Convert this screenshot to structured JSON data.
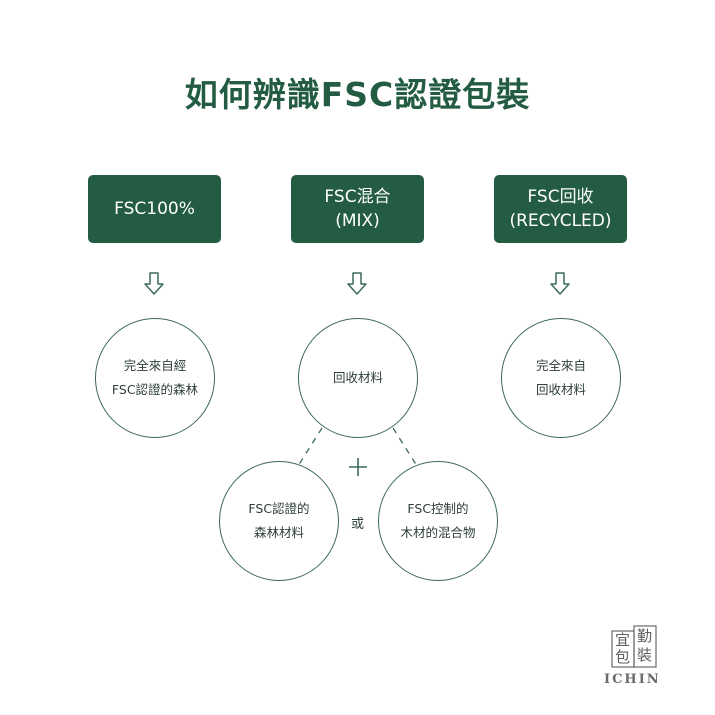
{
  "title": "如何辨識FSC認證包裝",
  "categories": [
    {
      "line1": "FSC100%",
      "line2": ""
    },
    {
      "line1": "FSC混合",
      "line2": "(MIX)"
    },
    {
      "line1": "FSC回收",
      "line2": "(RECYCLED)"
    }
  ],
  "circles": {
    "c100": {
      "line1": "完全來自經",
      "line2": "FSC認證的森林"
    },
    "mix": {
      "line1": "回收材料",
      "line2": ""
    },
    "recycled": {
      "line1": "完全來自",
      "line2": "回收材料"
    },
    "forest": {
      "line1": "FSC認證的",
      "line2": "森林材料"
    },
    "controlled": {
      "line1": "FSC控制的",
      "line2": "木材的混合物"
    }
  },
  "connector": {
    "or": "或",
    "plus": "+"
  },
  "logo": {
    "text": "ICHIN",
    "glyphs": "宜勤包裝"
  },
  "colors": {
    "primary": "#235c43",
    "line": "#3d6a55"
  }
}
